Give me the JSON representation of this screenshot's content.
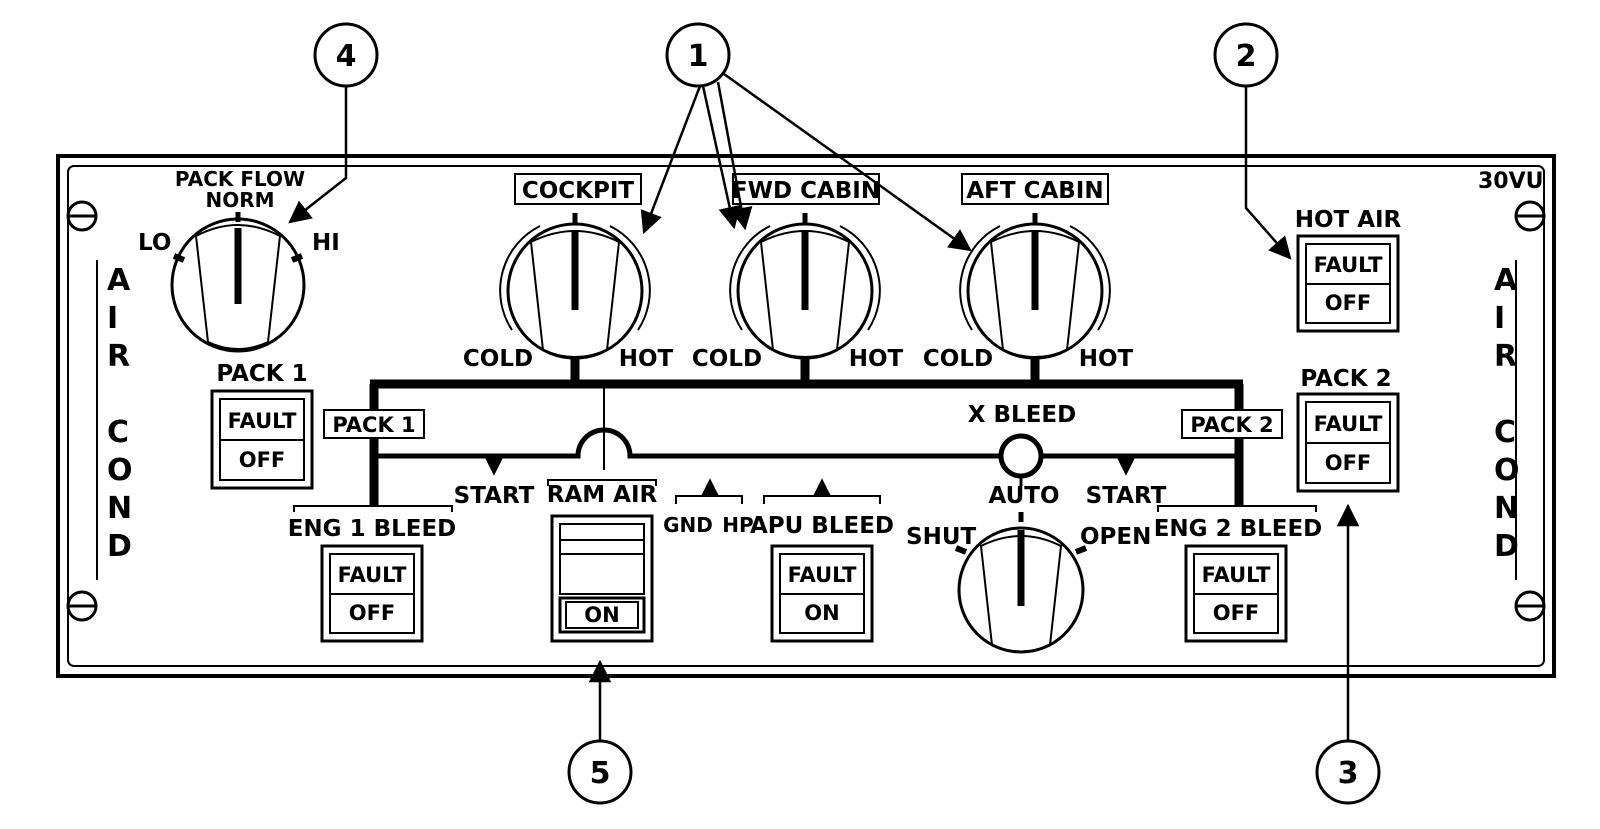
{
  "panel": {
    "id_label": "30VU",
    "side_label_left": "AIR COND",
    "side_label_right": "AIR COND"
  },
  "pack_flow": {
    "title_line1": "PACK FLOW",
    "title_line2": "NORM",
    "pos_lo": "LO",
    "pos_hi": "HI"
  },
  "temp_selectors": [
    {
      "title": "COCKPIT",
      "cold": "COLD",
      "hot": "HOT"
    },
    {
      "title": "FWD CABIN",
      "cold": "COLD",
      "hot": "HOT"
    },
    {
      "title": "AFT CABIN",
      "cold": "COLD",
      "hot": "HOT"
    }
  ],
  "hot_air": {
    "title": "HOT AIR",
    "upper": "FAULT",
    "lower": "OFF"
  },
  "pack1": {
    "title": "PACK 1",
    "upper": "FAULT",
    "lower": "OFF",
    "duct_label": "PACK 1"
  },
  "pack2": {
    "title": "PACK 2",
    "upper": "FAULT",
    "lower": "OFF",
    "duct_label": "PACK 2"
  },
  "eng1_bleed": {
    "title": "ENG 1 BLEED",
    "upper": "FAULT",
    "lower": "OFF",
    "start": "START"
  },
  "eng2_bleed": {
    "title": "ENG 2 BLEED",
    "upper": "FAULT",
    "lower": "OFF",
    "start": "START"
  },
  "ram_air": {
    "title": "RAM AIR",
    "lower": "ON"
  },
  "apu_bleed": {
    "title": "APU BLEED",
    "upper": "FAULT",
    "lower": "ON",
    "gnd": "GND",
    "hp": "HP"
  },
  "x_bleed": {
    "title": "X BLEED",
    "auto": "AUTO",
    "shut": "SHUT",
    "open": "OPEN"
  },
  "callouts": [
    "1",
    "2",
    "3",
    "4",
    "5"
  ]
}
